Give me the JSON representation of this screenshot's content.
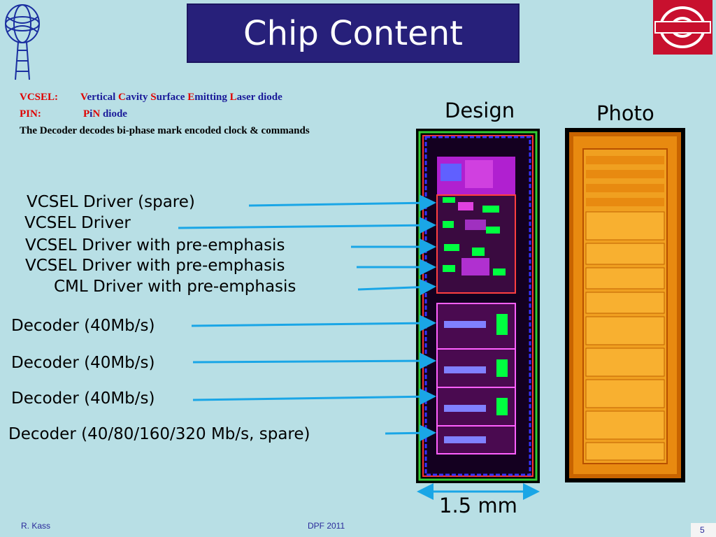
{
  "title": "Chip Content",
  "definitions": {
    "vcsel_key": "VCSEL:",
    "vcsel_parts": [
      {
        "cap": "V",
        "rest": "ertical "
      },
      {
        "cap": "C",
        "rest": "avity "
      },
      {
        "cap": "S",
        "rest": "urface "
      },
      {
        "cap": "E",
        "rest": "mitting "
      },
      {
        "cap": "L",
        "rest": "aser diode"
      }
    ],
    "pin_key": "PIN:",
    "pin_parts": [
      {
        "cap": "P",
        "rest": "i"
      },
      {
        "cap": "N",
        "rest": " diode"
      }
    ],
    "decoder_line": "The Decoder decodes bi-phase mark encoded clock & commands"
  },
  "headers": {
    "design": "Design",
    "photo": "Photo"
  },
  "labels": [
    "VCSEL Driver (spare)",
    "VCSEL Driver",
    "VCSEL Driver with pre-emphasis",
    "VCSEL Driver with pre-emphasis",
    "CML Driver with pre-emphasis",
    "Decoder (40Mb/s)",
    "Decoder (40Mb/s)",
    "Decoder (40Mb/s)",
    "Decoder (40/80/160/320 Mb/s, spare)"
  ],
  "dimension": "1.5 mm",
  "footer": {
    "author": "R. Kass",
    "conference": "DPF 2011",
    "page": "5"
  },
  "colors": {
    "background": "#b8dfe5",
    "title_bg": "#27207a",
    "arrow": "#1aa6e6",
    "text_blue": "#1a1a99",
    "text_red": "#e00000",
    "ohio_red": "#c8102e"
  }
}
